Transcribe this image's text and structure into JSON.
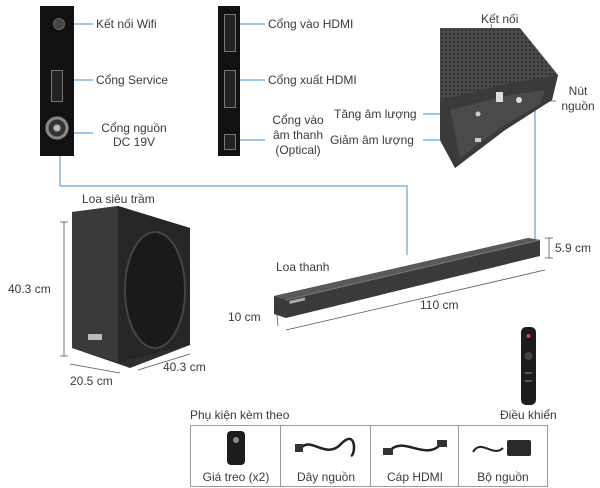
{
  "ports_left": {
    "wifi": "Kết nối Wifi",
    "service": "Cổng Service",
    "power_line1": "Cổng nguồn",
    "power_line2": "DC 19V"
  },
  "ports_mid": {
    "hdmi_in": "Cổng vào HDMI",
    "hdmi_out": "Cổng xuất HDMI",
    "optical_line1": "Cổng vào",
    "optical_line2": "âm thanh",
    "optical_line3": "(Optical)"
  },
  "soundbar_side": {
    "connect": "Kết nối",
    "power_button_line1": "Nút",
    "power_button_line2": "nguồn",
    "vol_up": "Tăng âm lượng",
    "vol_down": "Giảm âm lượng"
  },
  "subwoofer": {
    "title": "Loa siêu trầm",
    "height": "40.3 cm",
    "width": "20.5 cm",
    "depth": "40.3 cm"
  },
  "soundbar": {
    "title": "Loa thanh",
    "height": "5.9 cm",
    "length": "110 cm",
    "depth": "10 cm"
  },
  "accessories": {
    "title": "Phụ kiện kèm theo",
    "remote_label": "Điều khiển",
    "items": [
      "Giá treo (x2)",
      "Dây nguồn",
      "Cáp HDMI",
      "Bộ nguồn"
    ]
  },
  "colors": {
    "leader_line": "#3d8fd6",
    "device_dark": "#2b2b2b",
    "panel_black": "#111111"
  }
}
